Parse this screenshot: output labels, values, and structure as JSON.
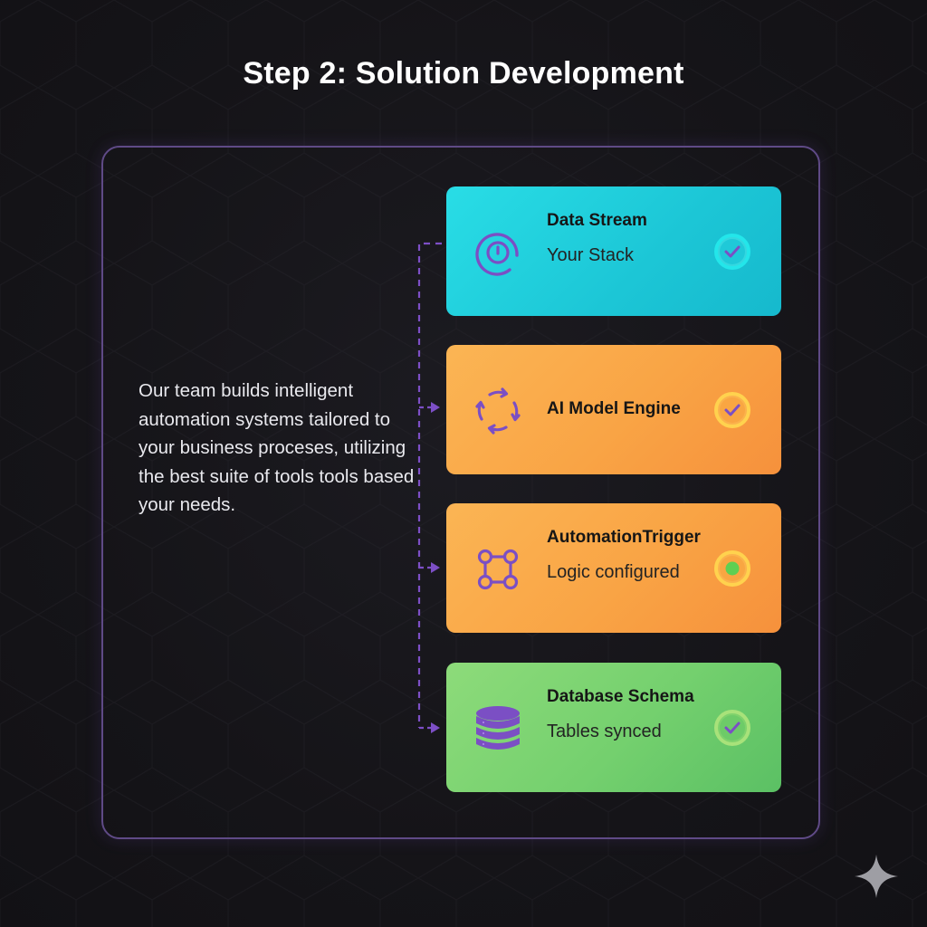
{
  "title": "Step 2: Solution Development",
  "description": "Our team builds intelligent automation systems tailored to your business proceses, utilizing the best suite of tools tools based your needs.",
  "cards": [
    {
      "title": "Data Stream",
      "subtitle": "Your Stack",
      "icon": "power-ring-icon",
      "status": "check"
    },
    {
      "title": "AI Model Engine",
      "subtitle": "",
      "icon": "cycle-arrows-icon",
      "status": "check"
    },
    {
      "title": "AutomationTrigger",
      "subtitle": "Logic configured",
      "icon": "node-graph-icon",
      "status": "active-dot"
    },
    {
      "title": "Database Schema",
      "subtitle": "Tables synced",
      "icon": "database-icon",
      "status": "check"
    }
  ],
  "colors": {
    "frame": "#5f4a86",
    "accent_purple": "#7b4fc4",
    "card_cyan": "#1cc6d6",
    "card_orange": "#f9a445",
    "card_green": "#74d06e",
    "active_dot": "#5fcf52"
  },
  "decor": {
    "corner_icon": "sparkle-icon"
  }
}
